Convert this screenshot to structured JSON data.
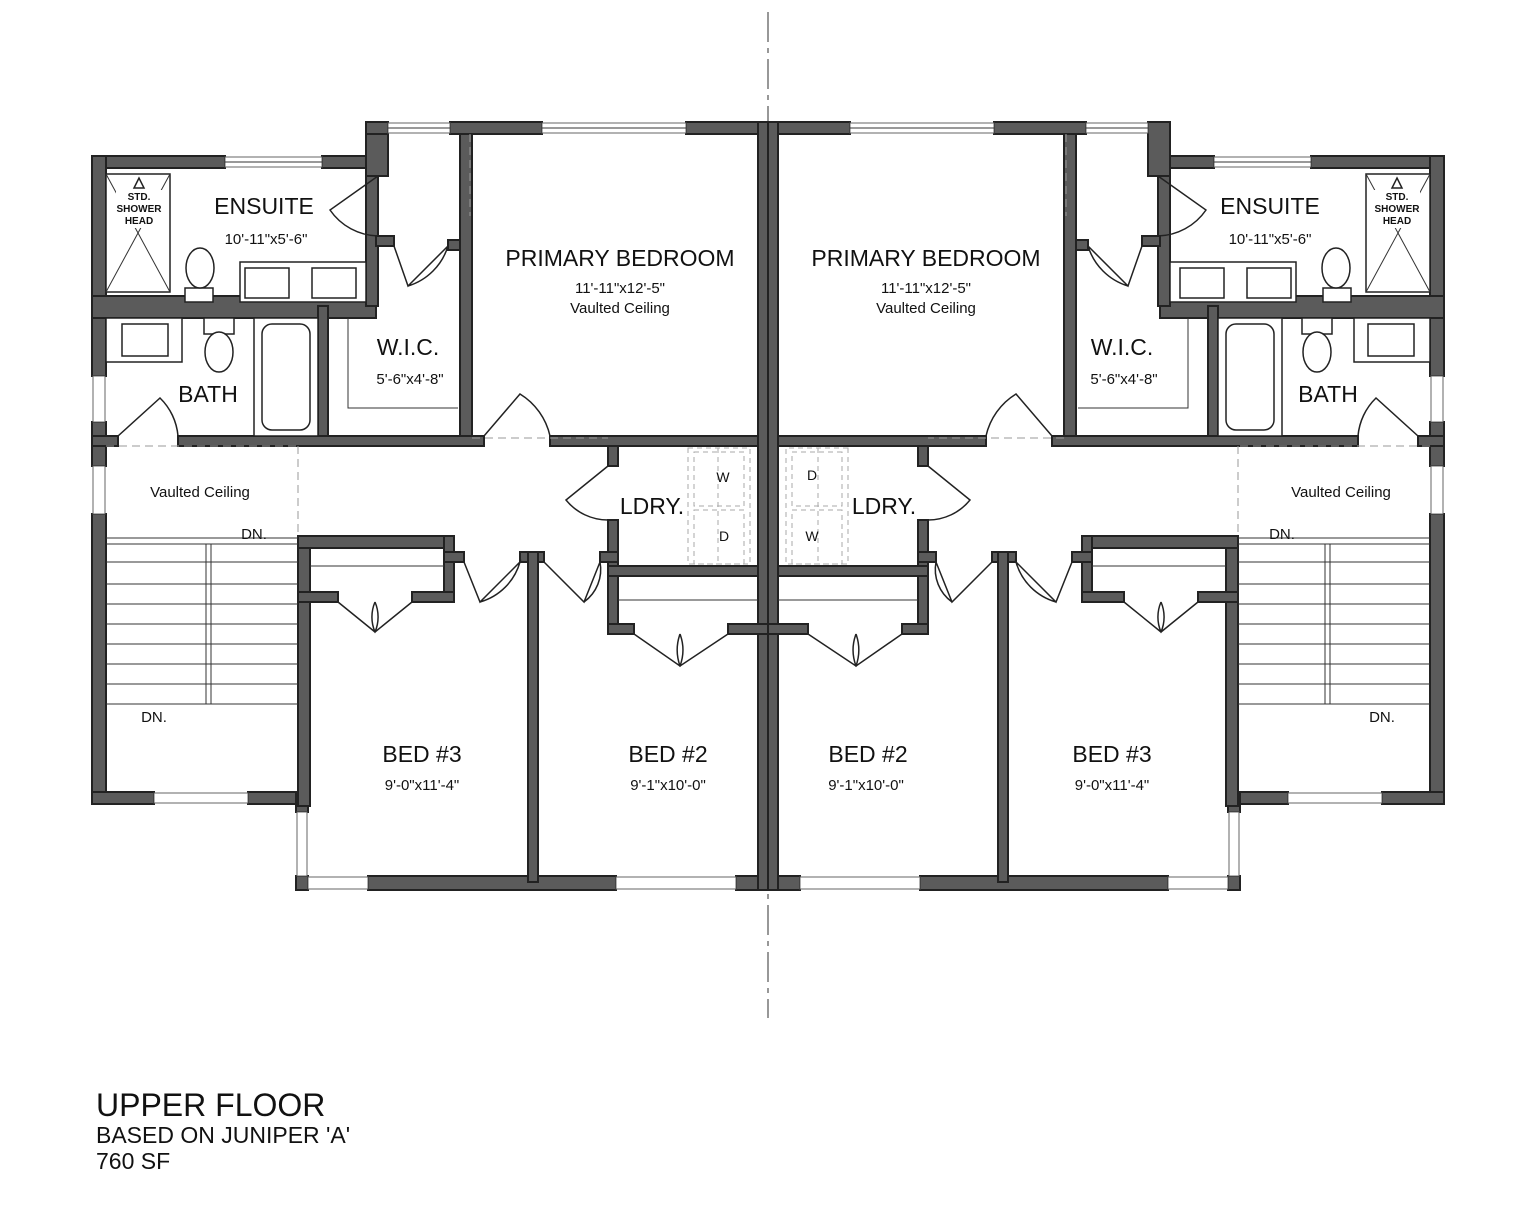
{
  "rooms": {
    "ensuite": {
      "name": "ENSUITE",
      "dims": "10'-11\"x5'-6\""
    },
    "primary_bedroom": {
      "name": "PRIMARY BEDROOM",
      "dims": "11'-11\"x12'-5\"",
      "note": "Vaulted Ceiling"
    },
    "wic": {
      "name": "W.I.C.",
      "dims": "5'-6\"x4'-8\""
    },
    "bath": {
      "name": "BATH"
    },
    "laundry": {
      "name": "LDRY.",
      "washer": "W",
      "dryer": "D"
    },
    "bed2": {
      "name": "BED #2",
      "dims": "9'-1\"x10'-0\""
    },
    "bed3": {
      "name": "BED #3",
      "dims": "9'-0\"x11'-4\""
    }
  },
  "labels": {
    "vaulted_ceiling": "Vaulted Ceiling",
    "stair_down": "DN.",
    "shower_line1": "STD.",
    "shower_line2": "SHOWER",
    "shower_line3": "HEAD"
  },
  "caption": {
    "title": "UPPER FLOOR",
    "subtitle": "BASED ON JUNIPER 'A'",
    "area": "760 SF"
  }
}
